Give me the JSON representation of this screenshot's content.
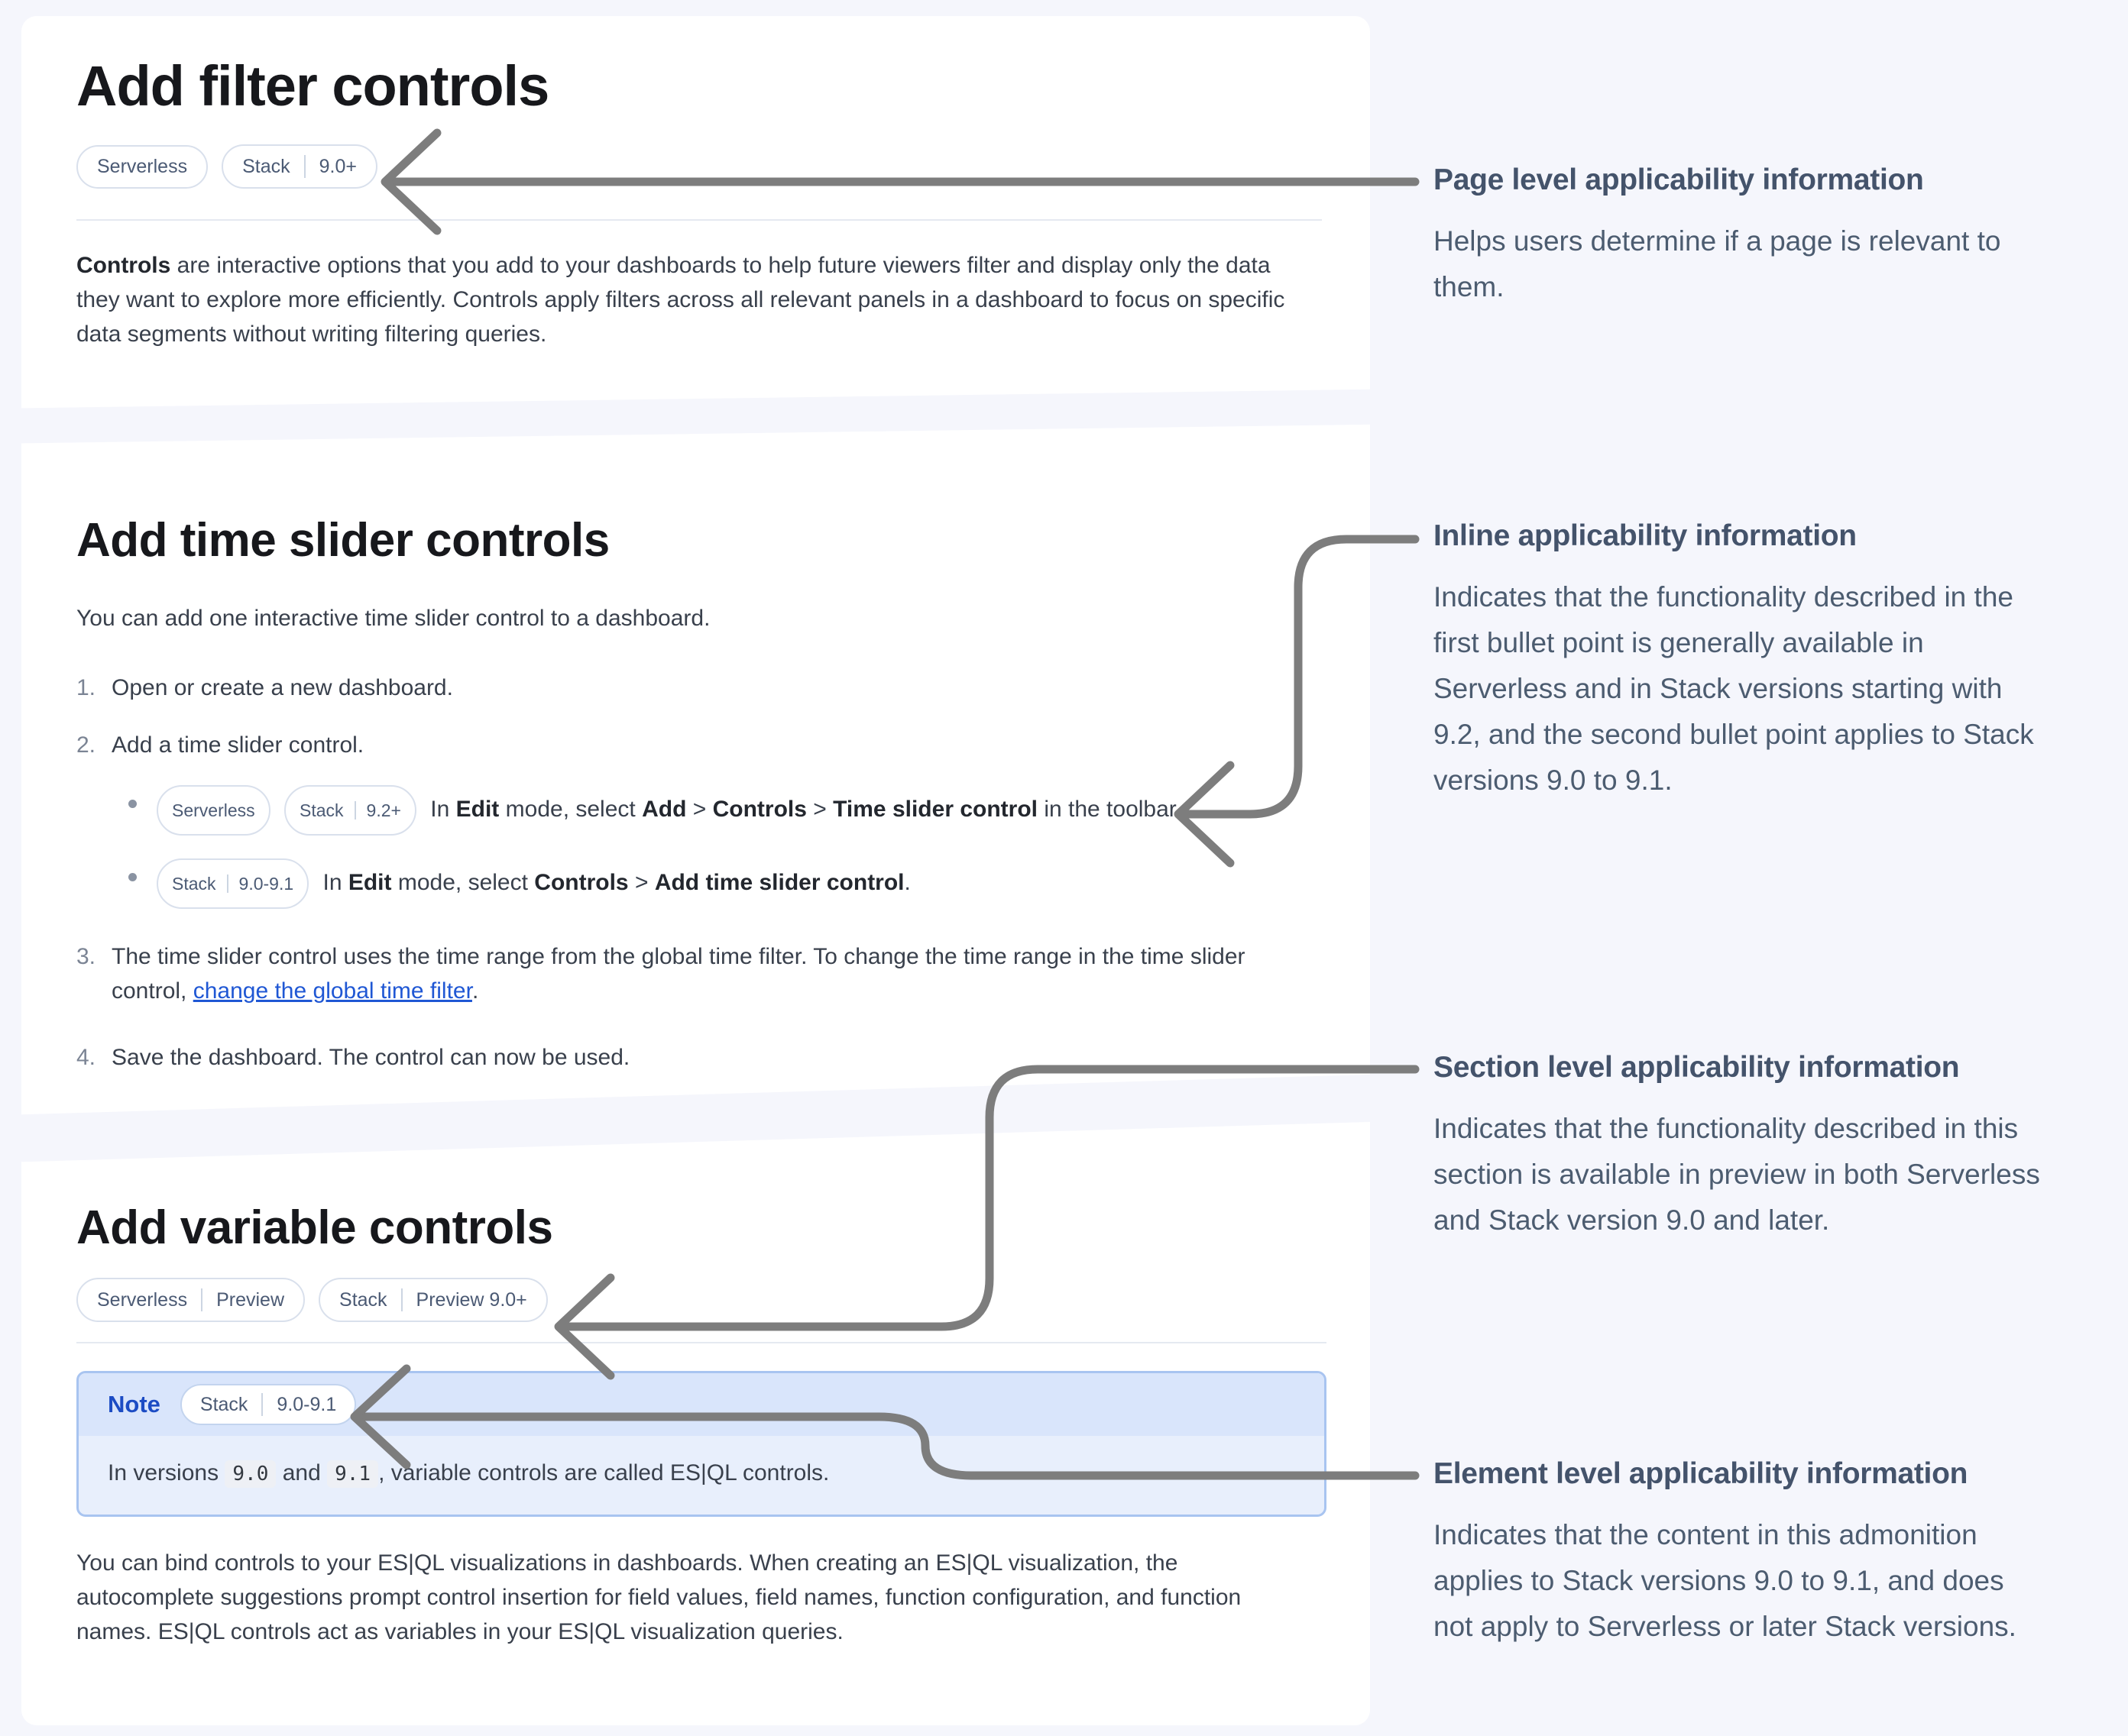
{
  "colors": {
    "page_background": "#f5f6fc",
    "card_background": "#ffffff",
    "heading_text": "#17181c",
    "body_text": "#39404c",
    "annotation_text": "#4c5c70",
    "arrow_gray": "#7d7d7d",
    "link_blue": "#1f57d4",
    "note_title_blue": "#1c4cc4",
    "note_border": "#a8c4f0",
    "note_header_bg": "#d9e5fb",
    "note_body_bg": "#e8effc",
    "badge_text": "#4b5a74",
    "badge_border": "#d9e0ec"
  },
  "cards": {
    "filter": {
      "title": "Add filter controls",
      "badges": {
        "serverless": "Serverless",
        "stack_product": "Stack",
        "stack_version": "9.0+"
      },
      "body": {
        "lead_bold": "Controls",
        "text": " are interactive options that you add to your dashboards to help future viewers filter and display only the data they want to explore more efficiently. Controls apply filters across all relevant panels in a dashboard to focus on specific data segments without writing filtering queries."
      }
    },
    "time_slider": {
      "title": "Add time slider controls",
      "intro": "You can add one interactive time slider control to a dashboard.",
      "step1": {
        "num": "1.",
        "text": "Open or create a new dashboard."
      },
      "step2": {
        "num": "2.",
        "text": "Add a time slider control.",
        "bullet1": {
          "badge_serverless": "Serverless",
          "badge_stack_product": "Stack",
          "badge_stack_version": "9.2+",
          "seg1": "In ",
          "seg2": "Edit",
          "seg3": " mode, select ",
          "seg4": "Add",
          "seg5": " > ",
          "seg6": "Controls",
          "seg7": " > ",
          "seg8": "Time slider control",
          "seg9": " in the toolbar."
        },
        "bullet2": {
          "badge_stack_product": "Stack",
          "badge_stack_version": "9.0-9.1",
          "seg1": "In ",
          "seg2": "Edit",
          "seg3": " mode, select ",
          "seg4": "Controls",
          "seg5": " > ",
          "seg6": "Add time slider control",
          "seg7": "."
        }
      },
      "step3": {
        "num": "3.",
        "seg1": "The time slider control uses the time range from the global time filter. To change the time range in the time slider control, ",
        "link": "change the global time filter",
        "seg2": "."
      },
      "step4": {
        "num": "4.",
        "text": "Save the dashboard. The control can now be used."
      }
    },
    "variable": {
      "title": "Add variable controls",
      "badge1": {
        "product": "Serverless",
        "version": "Preview"
      },
      "badge2": {
        "product": "Stack",
        "version": "Preview 9.0+"
      },
      "note": {
        "label": "Note",
        "badge_product": "Stack",
        "badge_version": "9.0-9.1",
        "seg1": "In versions ",
        "code1": "9.0",
        "seg2": " and ",
        "code2": "9.1",
        "seg3": ", variable controls are called ES|QL controls."
      },
      "body": "You can bind controls to your ES|QL visualizations in dashboards. When creating an ES|QL visualization, the autocomplete suggestions prompt control insertion for field values, field names, function configuration, and function names. ES|QL controls act as variables in your ES|QL visualization queries."
    }
  },
  "annotations": {
    "page_level": {
      "heading": "Page level applicability information",
      "body": "Helps users determine if a page is relevant to them."
    },
    "inline": {
      "heading": "Inline applicability information",
      "body": "Indicates that the functionality described in the first bullet point is generally available in Serverless and in Stack versions starting with 9.2, and the second bullet point applies to Stack versions 9.0 to 9.1."
    },
    "section_level": {
      "heading": "Section level applicability information",
      "body": "Indicates that the functionality described in this section is available in preview in both Serverless and Stack version 9.0 and later."
    },
    "element_level": {
      "heading": "Element level applicability information",
      "body": "Indicates that the content in this admonition applies to Stack versions 9.0 to 9.1, and does not apply to Serverless or later Stack versions."
    }
  }
}
